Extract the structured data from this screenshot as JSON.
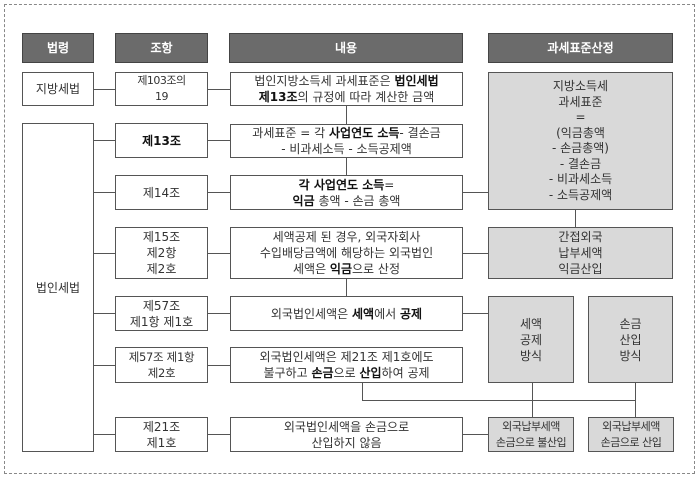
{
  "headers": {
    "law": "법령",
    "article": "조항",
    "content": "내용",
    "calc": "과세표준산정"
  },
  "laws": {
    "local_tax": "지방세법",
    "corp_tax": "법인세법"
  },
  "rows": [
    {
      "article": [
        "제103조의",
        "19"
      ],
      "content": [
        [
          {
            "t": "법인지방소득세 과세표준은 "
          },
          {
            "t": "법인세법",
            "b": true
          }
        ],
        [
          {
            "t": "제13조",
            "b": true
          },
          {
            "t": "의 규정에 따라 계산한 금액"
          }
        ]
      ]
    },
    {
      "article": [
        "제13조"
      ],
      "content": [
        [
          {
            "t": "과세표준 = 각 "
          },
          {
            "t": "사업연도 소득",
            "b": true
          },
          {
            "t": "- 결손금"
          }
        ],
        [
          {
            "t": "- 비과세소득 - 소득공제액"
          }
        ]
      ]
    },
    {
      "article": [
        "제14조"
      ],
      "content": [
        [
          {
            "t": "각 사업연도 소득",
            "b": true
          },
          {
            "t": "="
          }
        ],
        [
          {
            "t": "익금",
            "b": true
          },
          {
            "t": " 총액 - 손금 총액"
          }
        ]
      ]
    },
    {
      "article": [
        "제15조",
        "제2항",
        "제2호"
      ],
      "content": [
        [
          {
            "t": "세액공제 된 경우, 외국자회사"
          }
        ],
        [
          {
            "t": "수입배당금액에 해당하는 외국법인"
          }
        ],
        [
          {
            "t": "세액은 "
          },
          {
            "t": "익금",
            "b": true
          },
          {
            "t": "으로 산정"
          }
        ]
      ]
    },
    {
      "article": [
        "제57조",
        "제1항 제1호"
      ],
      "content": [
        [
          {
            "t": "외국법인세액은 "
          },
          {
            "t": "세액",
            "b": true
          },
          {
            "t": "에서 "
          },
          {
            "t": "공제",
            "b": true
          }
        ]
      ]
    },
    {
      "article": [
        "제57조 제1항",
        "제2호"
      ],
      "content": [
        [
          {
            "t": "외국법인세액은 제21조 제1호에도"
          }
        ],
        [
          {
            "t": "불구하고 "
          },
          {
            "t": "손금",
            "b": true
          },
          {
            "t": "으로 "
          },
          {
            "t": "산입",
            "b": true
          },
          {
            "t": "하여 공제"
          }
        ]
      ]
    },
    {
      "article": [
        "제21조",
        "제1호"
      ],
      "content": [
        [
          {
            "t": "외국법인세액을 손금으로"
          }
        ],
        [
          {
            "t": "산입하지 않음"
          }
        ]
      ]
    }
  ],
  "calc_boxes": {
    "tax_base": [
      "지방소득세",
      "과세표준",
      "=",
      "(익금총액",
      "- 손금총액)",
      "- 결손금",
      "- 비과세소득",
      "- 소득공제액"
    ],
    "indirect": [
      "간접외국",
      "납부세액",
      "익금산입"
    ],
    "credit_method": [
      "세액",
      "공제",
      "방식"
    ],
    "deduct_method": [
      "손금",
      "산입",
      "방식"
    ],
    "not_deductible": [
      "외국납부세액",
      "손금으로 불산입"
    ],
    "deductible": [
      "외국납부세액",
      "손금으로 산입"
    ]
  },
  "colors": {
    "header_bg": "#6b6b6b",
    "header_text": "#ffffff",
    "gray_box": "#d9d9d9",
    "border": "#555555"
  }
}
